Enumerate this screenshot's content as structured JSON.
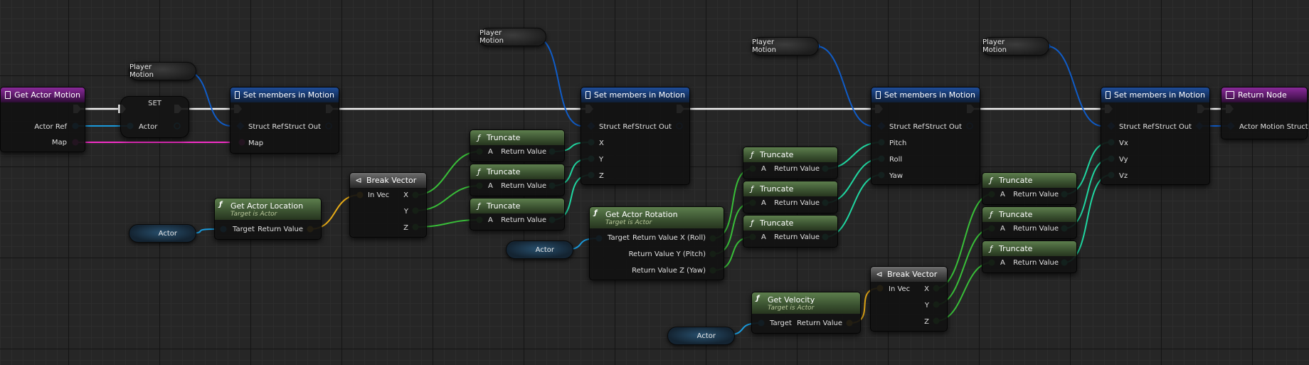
{
  "nodes": {
    "get_actor_motion": {
      "title": "Get Actor Motion",
      "pins": {
        "actor_ref": "Actor Ref",
        "map": "Map"
      }
    },
    "set_var": {
      "title": "SET",
      "pins": {
        "actor": "Actor"
      }
    },
    "set_members_1": {
      "title": "Set members in Motion",
      "pins": {
        "struct_ref": "Struct Ref",
        "struct_out": "Struct Out",
        "map": "Map"
      }
    },
    "set_members_2": {
      "title": "Set members in Motion",
      "pins": {
        "struct_ref": "Struct Ref",
        "struct_out": "Struct Out",
        "x": "X",
        "y": "Y",
        "z": "Z"
      }
    },
    "set_members_3": {
      "title": "Set members in Motion",
      "pins": {
        "struct_ref": "Struct Ref",
        "struct_out": "Struct Out",
        "pitch": "Pitch",
        "roll": "Roll",
        "yaw": "Yaw"
      }
    },
    "set_members_4": {
      "title": "Set members in Motion",
      "pins": {
        "struct_ref": "Struct Ref",
        "struct_out": "Struct Out",
        "vx": "Vx",
        "vy": "Vy",
        "vz": "Vz"
      }
    },
    "return_node": {
      "title": "Return Node",
      "pins": {
        "actor_motion_struct": "Actor Motion Struct"
      }
    },
    "get_actor_location": {
      "title": "Get Actor Location",
      "subtitle": "Target is Actor",
      "pins": {
        "target": "Target",
        "return_value": "Return Value"
      }
    },
    "break_vector_1": {
      "title": "Break Vector",
      "pins": {
        "in_vec": "In Vec",
        "x": "X",
        "y": "Y",
        "z": "Z"
      }
    },
    "get_actor_rotation": {
      "title": "Get Actor Rotation",
      "subtitle": "Target is Actor",
      "pins": {
        "target": "Target",
        "rx": "Return Value X (Roll)",
        "ry": "Return Value Y (Pitch)",
        "rz": "Return Value Z (Yaw)"
      }
    },
    "get_velocity": {
      "title": "Get Velocity",
      "subtitle": "Target is Actor",
      "pins": {
        "target": "Target",
        "return_value": "Return Value"
      }
    },
    "break_vector_2": {
      "title": "Break Vector",
      "pins": {
        "in_vec": "In Vec",
        "x": "X",
        "y": "Y",
        "z": "Z"
      }
    }
  },
  "truncate": {
    "title": "Truncate",
    "pin_a": "A",
    "pin_return": "Return Value"
  },
  "variables": {
    "player_motion": "Player Motion",
    "actor": "Actor"
  },
  "colors": {
    "exec": "#ffffff",
    "struct": "#0f5fd0",
    "object": "#19a0e6",
    "map": "#ff2fd0",
    "float": "#2ed3b0",
    "integer": "#20e0a8",
    "vector": "#f5b516",
    "float_in": "#3ac73a",
    "function_header": "#4a6a3e",
    "struct_header": "#1a3c78",
    "entry_header": "#6a1f78"
  },
  "icons": {
    "function": "function-icon",
    "macro": "break-macro-icon",
    "event": "entry-icon"
  }
}
